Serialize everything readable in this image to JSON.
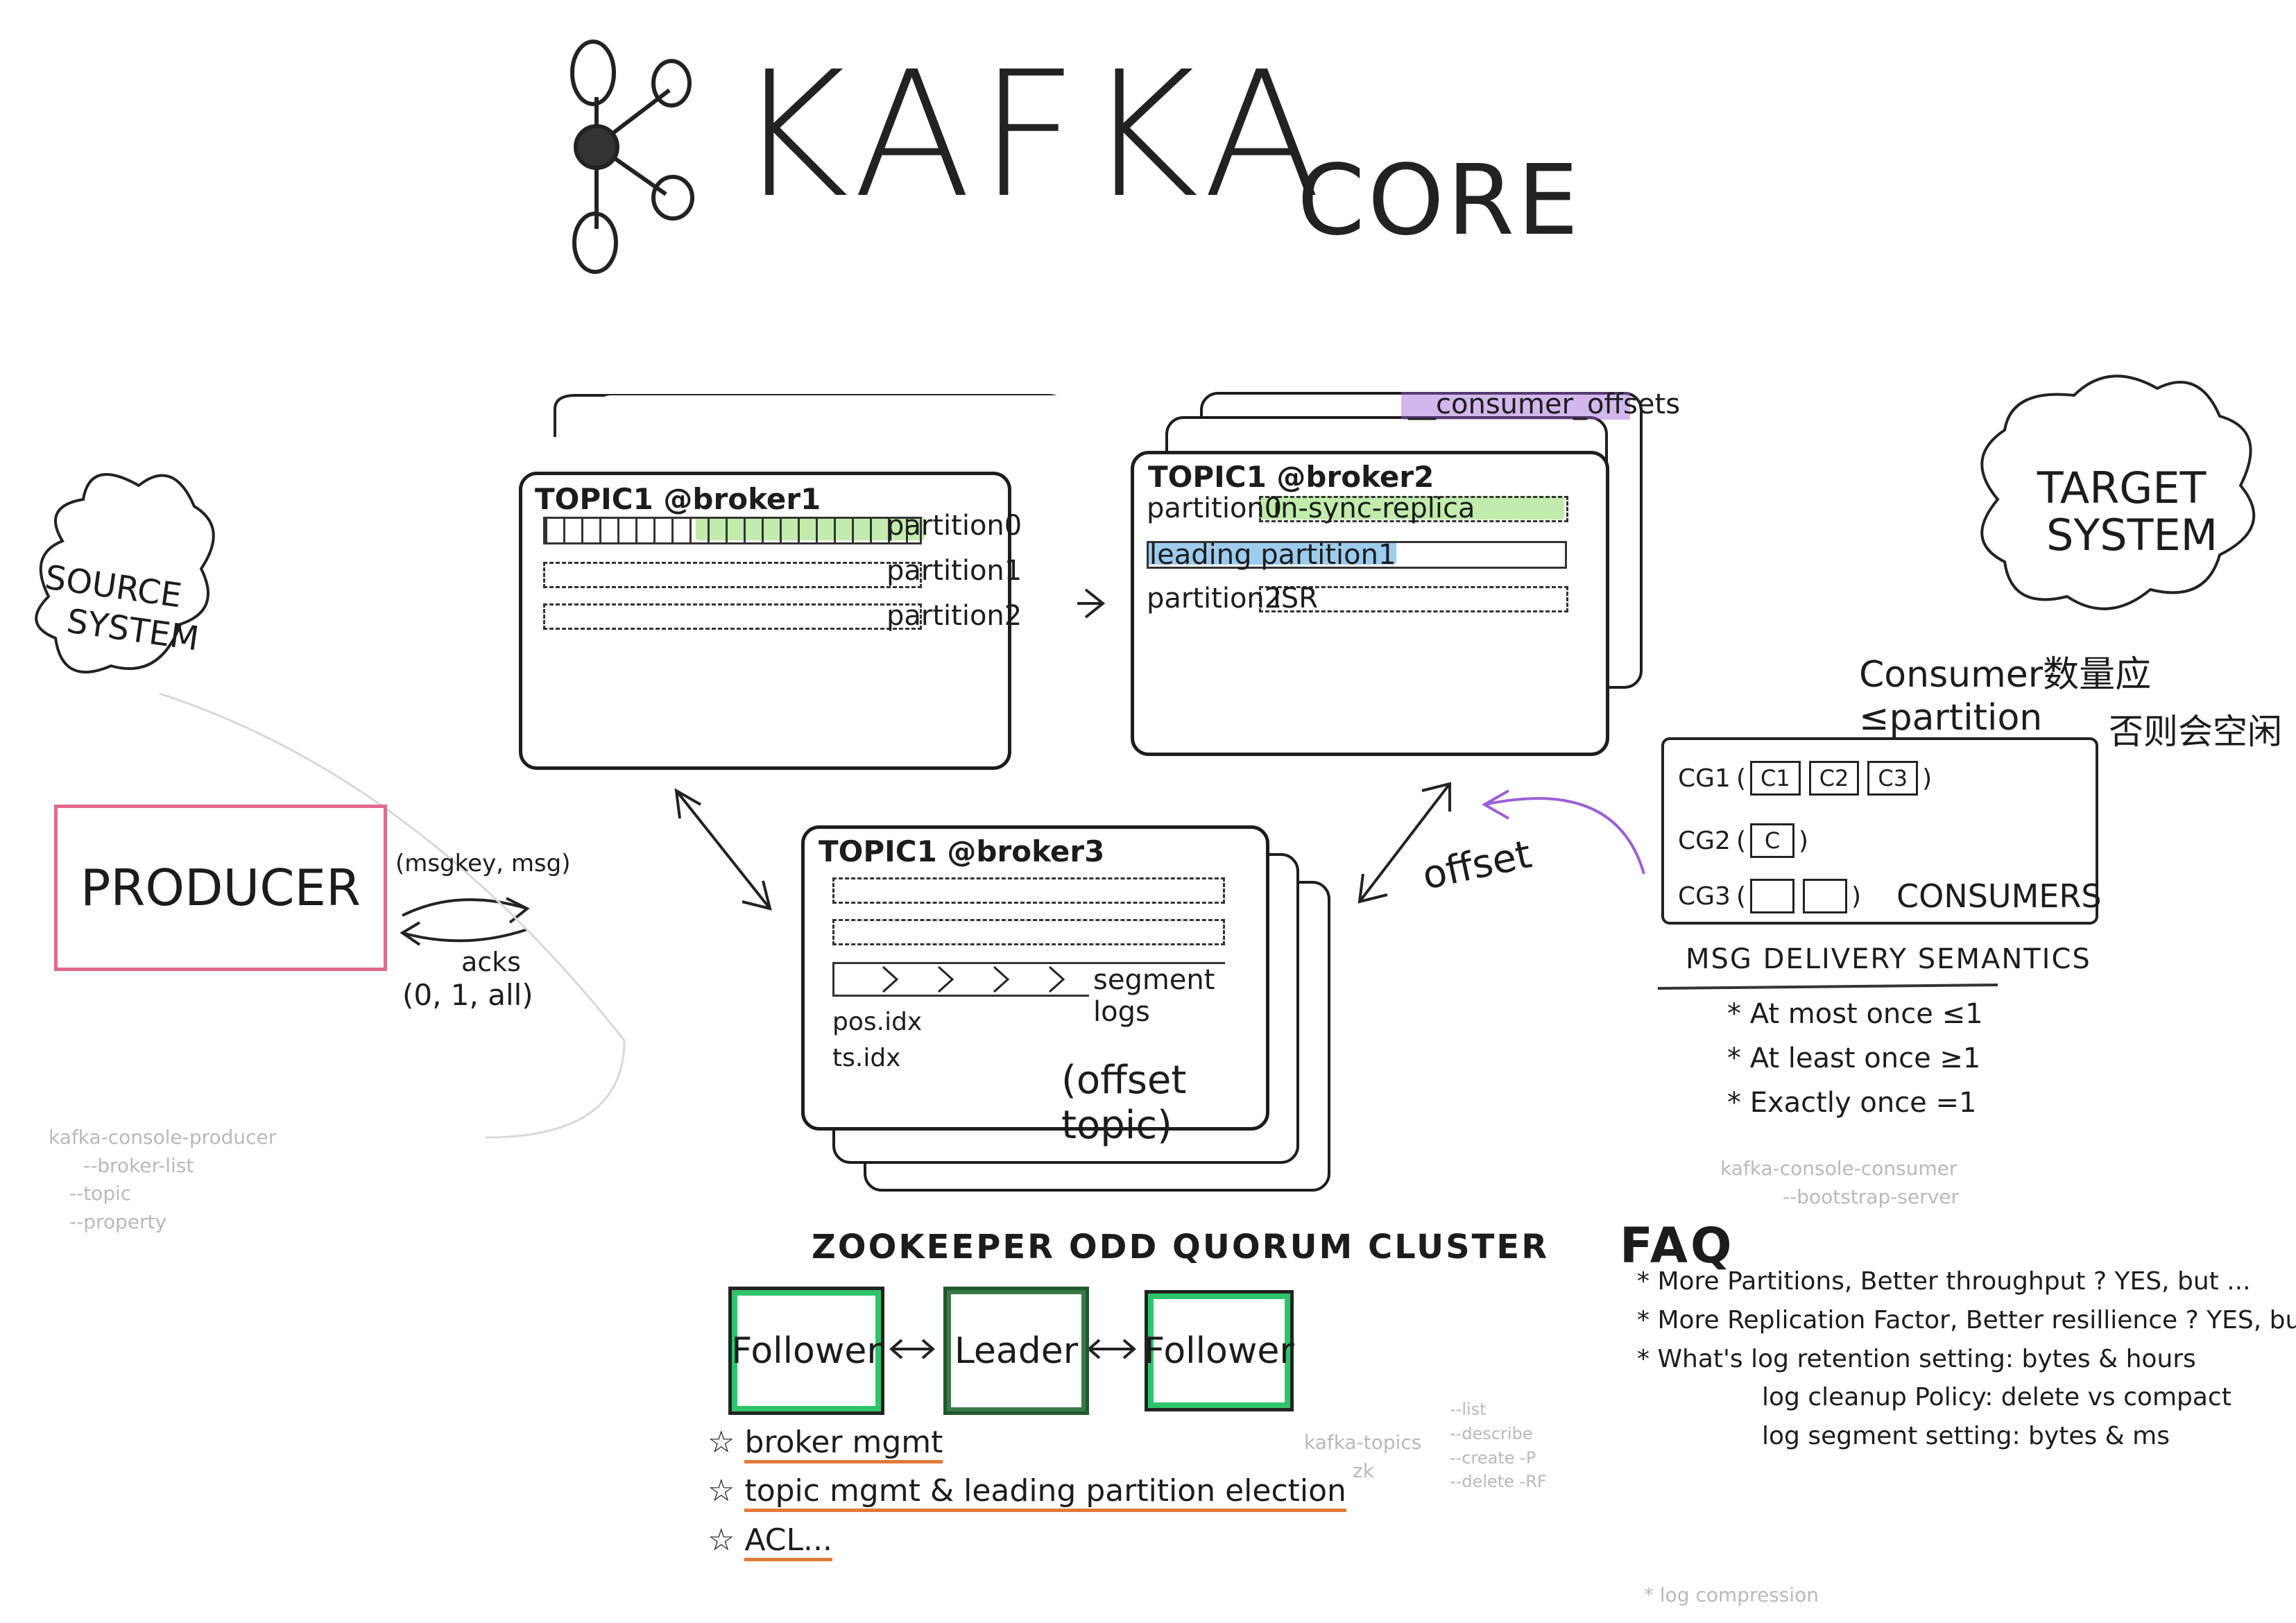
{
  "header": {
    "title": "KAFKA",
    "subtitle": "CORE"
  },
  "source": {
    "label_line1": "SOURCE",
    "label_line2": "SYSTEM"
  },
  "target": {
    "label_line1": "TARGET",
    "label_line2": "SYSTEM"
  },
  "producer": {
    "label": "PRODUCER",
    "msg": "(msgkey, msg)",
    "acks_label": "acks",
    "acks_values": "(0, 1, all)"
  },
  "broker1": {
    "title": "TOPIC1 @broker1",
    "partitions": [
      "partition0",
      "partition1",
      "partition2"
    ]
  },
  "broker2": {
    "title": "TOPIC1 @broker2",
    "tag": "__consumer_offsets",
    "rows": [
      {
        "label": "partition0",
        "value": "in-sync-replica"
      },
      {
        "label": "leading partition1",
        "value": ""
      },
      {
        "label": "partition2",
        "value": "ISR"
      }
    ]
  },
  "broker3": {
    "title": "TOPIC1 @broker3",
    "segment_label": "segment logs",
    "index1": "pos.idx",
    "index2": "ts.idx",
    "offset_topic": "(offset topic)"
  },
  "offset_label": "offset",
  "consumers": {
    "note_line1": "Consumer数量应≤partition",
    "note_line2": "否则会空闲",
    "groups": [
      {
        "name": "CG1",
        "members": [
          "C1",
          "C2",
          "C3"
        ]
      },
      {
        "name": "CG2",
        "members": [
          "C"
        ]
      },
      {
        "name": "CG3",
        "members": [
          "",
          ""
        ]
      }
    ],
    "label": "CONSUMERS"
  },
  "semantics": {
    "title": "MSG DELIVERY SEMANTICS",
    "items": [
      "* At most once ≤1",
      "* At least once ≥1",
      "* Exactly once =1"
    ]
  },
  "zookeeper": {
    "title": "ZOOKEEPER ODD QUORUM CLUSTER",
    "nodes": [
      "Follower",
      "Leader",
      "Follower"
    ],
    "items": [
      "broker mgmt",
      "topic mgmt & leading partition election",
      "ACL..."
    ]
  },
  "faq": {
    "title": "FAQ",
    "items": [
      "* More Partitions, Better throughput ? YES, but ...",
      "* More Replication Factor, Better resillience ? YES, but ...",
      "* What's log retention setting: bytes & hours"
    ],
    "subitems": [
      "log cleanup Policy: delete vs compact",
      "log segment setting: bytes & ms"
    ]
  },
  "faded_notes": {
    "producer_cli": [
      "kafka-console-producer",
      "--broker-list",
      "--topic",
      "--property"
    ],
    "consumer_cli": [
      "kafka-console-consumer",
      "--bootstrap-server"
    ],
    "topics_cli": [
      "kafka-topics",
      "--list",
      "--describe",
      "--create -P",
      "--delete -RF"
    ],
    "zk_cli": "zk",
    "compress": "* log compression"
  },
  "colors": {
    "green": "#8fdc6a",
    "blue": "#4aa3e0",
    "purple": "#9b5fd6",
    "pink": "#e26a8c",
    "orange": "#e07a36",
    "zk_green": "#2fc46b",
    "zk_dark": "#1f5a2f"
  }
}
